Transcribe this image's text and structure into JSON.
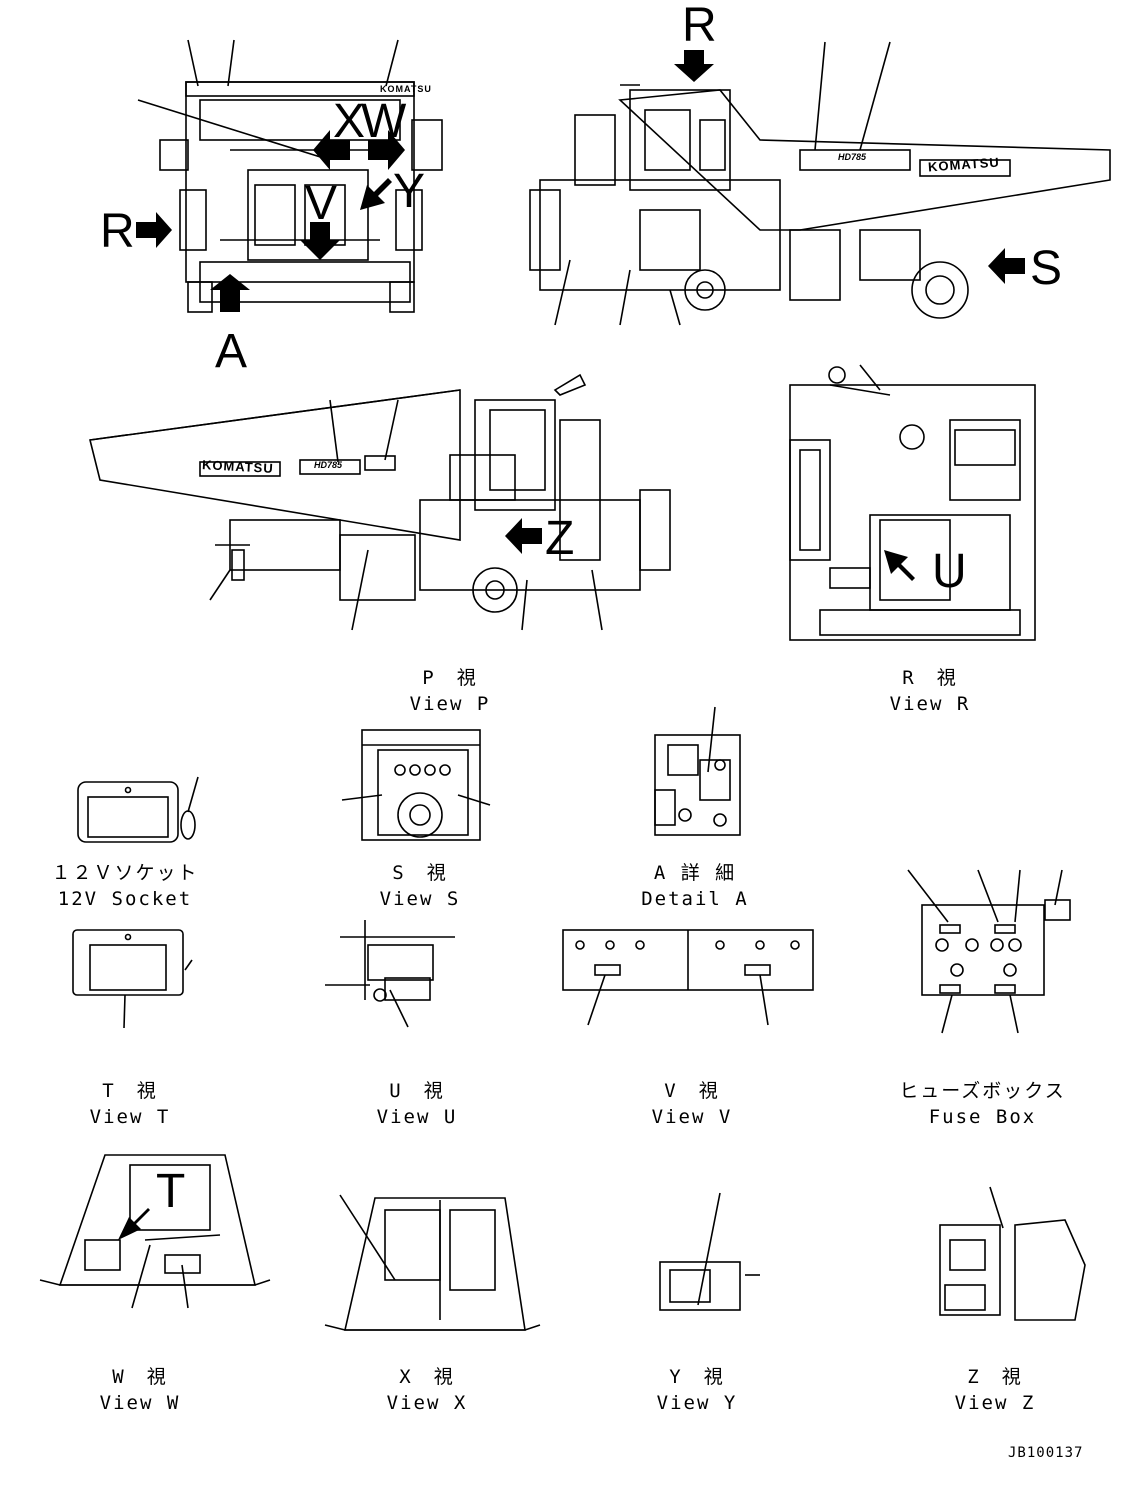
{
  "captions": {
    "view_p": [
      "P　視",
      "View P"
    ],
    "view_r": [
      "R　視",
      "View R"
    ],
    "socket": [
      "１２Ｖソケット",
      "12V Socket"
    ],
    "view_s": [
      "S　視",
      "View S"
    ],
    "detail_a": [
      "A 詳 細",
      "Detail A"
    ],
    "view_t": [
      "T　視",
      "View T"
    ],
    "view_u": [
      "U　視",
      "View U"
    ],
    "view_v": [
      "V　視",
      "View V"
    ],
    "fuse_box": [
      "ヒューズボックス",
      "Fuse Box"
    ],
    "view_w": [
      "W　視",
      "View W"
    ],
    "view_x": [
      "X　視",
      "View X"
    ],
    "view_y": [
      "Y　視",
      "View Y"
    ],
    "view_z": [
      "Z　視",
      "View Z"
    ]
  },
  "view_letters": {
    "r_left": "R",
    "a": "A",
    "x": "X",
    "w": "W",
    "y": "Y",
    "v": "V",
    "r_top": "R",
    "s": "S",
    "z": "Z",
    "u": "U",
    "t": "T"
  },
  "brand": {
    "logo_text": "KOMATSU",
    "model_text": "HD785"
  },
  "drawing_id": "JB100137",
  "colors": {
    "line": "#000000",
    "background": "#ffffff"
  }
}
